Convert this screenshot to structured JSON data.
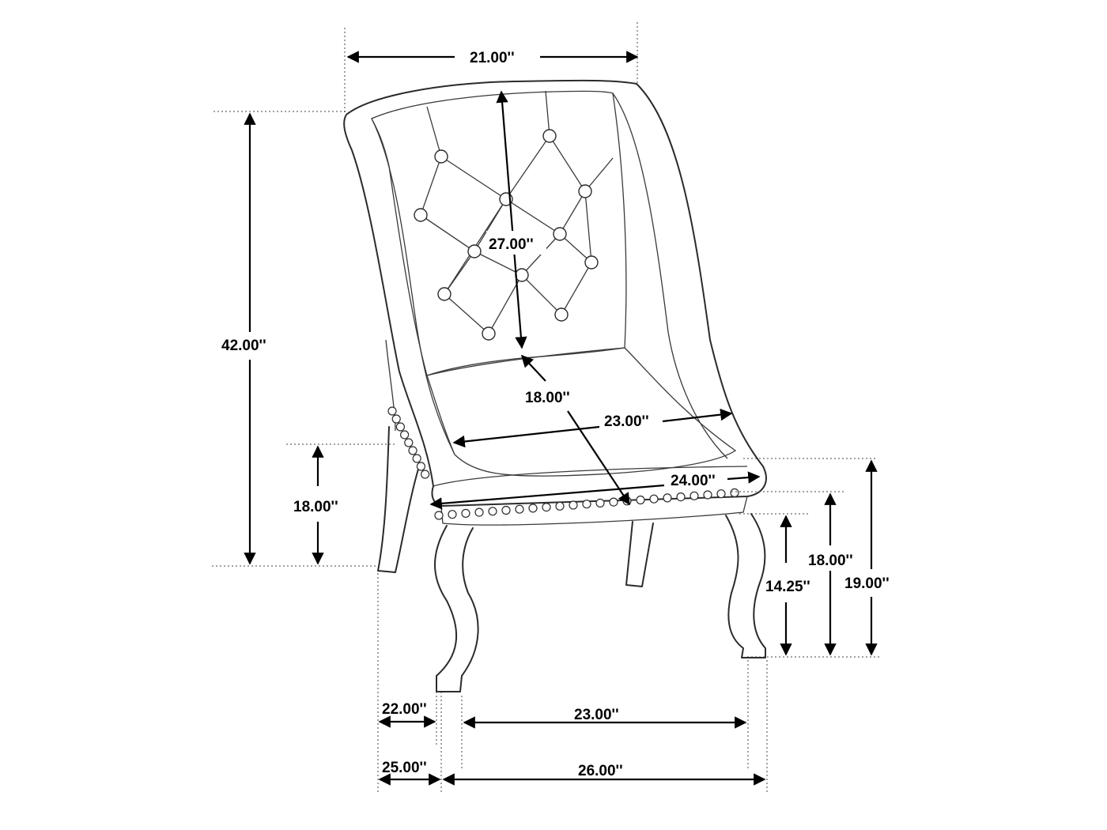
{
  "dimensions": {
    "top_width": "21.00''",
    "overall_height": "42.00''",
    "back_height": "27.00''",
    "seat_depth": "18.00''",
    "seat_width_inner": "23.00''",
    "seat_width_front": "24.00''",
    "arm_height": "18.00''",
    "seat_height": "18.00''",
    "apron_height": "14.25''",
    "seat_front_height": "19.00''",
    "base_depth_small": "22.00''",
    "base_depth_large": "25.00''",
    "base_width": "23.00''",
    "overall_width": "26.00''"
  },
  "colors": {
    "line": "#2b2b2b",
    "background": "#ffffff"
  }
}
